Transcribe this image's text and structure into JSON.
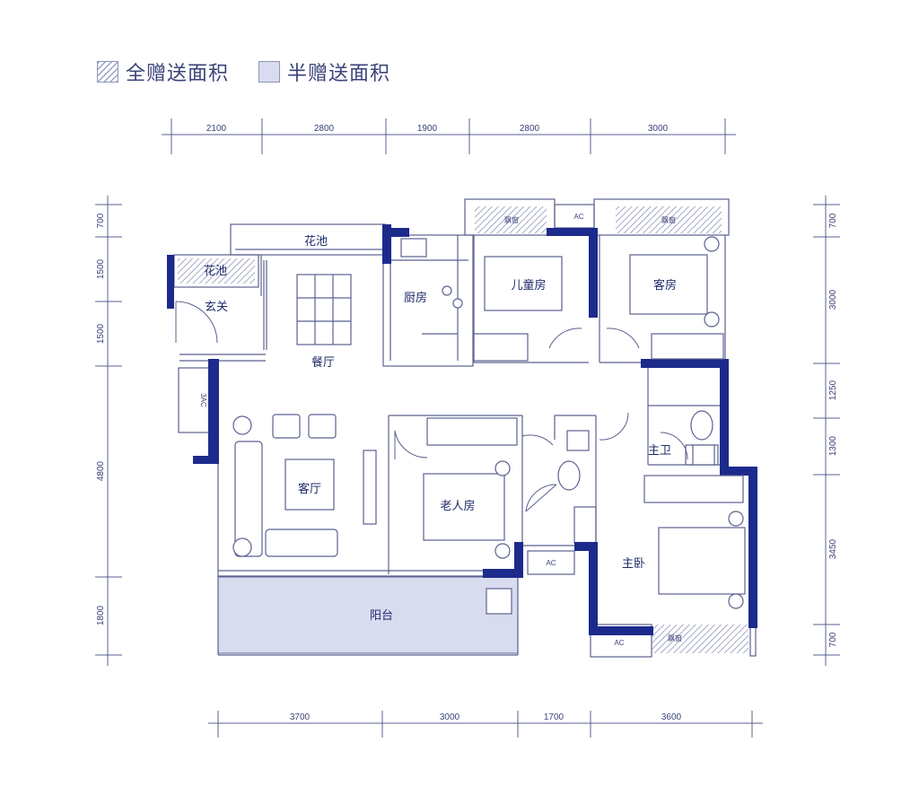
{
  "legend": {
    "full_gift_label": "全赠送面积",
    "half_gift_label": "半赠送面积"
  },
  "colors": {
    "wall": "#1c2a8c",
    "line": "#5a6190",
    "half_gift_fill": "#d9dbef",
    "text": "#1f2a6b"
  },
  "rooms": {
    "flower_bed_top": "花池",
    "flower_bed_left": "花池",
    "entrance": "玄关",
    "kitchen": "厨房",
    "dining": "餐厅",
    "kids_room": "儿童房",
    "guest_room": "客房",
    "master_bath": "主卫",
    "living": "客厅",
    "elder_room": "老人房",
    "master_bedroom": "主卧",
    "balcony": "阳台"
  },
  "small_labels": {
    "bay_window": "飘窗",
    "ac": "AC",
    "ac_vertical": "3AC"
  },
  "dimensions": {
    "top": [
      "2100",
      "2800",
      "1900",
      "2800",
      "3000"
    ],
    "bottom": [
      "3700",
      "3000",
      "1700",
      "3600"
    ],
    "left": [
      "700",
      "1500",
      "1500",
      "4800",
      "1800"
    ],
    "right": [
      "700",
      "3000",
      "1250",
      "1300",
      "3450",
      "700"
    ]
  }
}
